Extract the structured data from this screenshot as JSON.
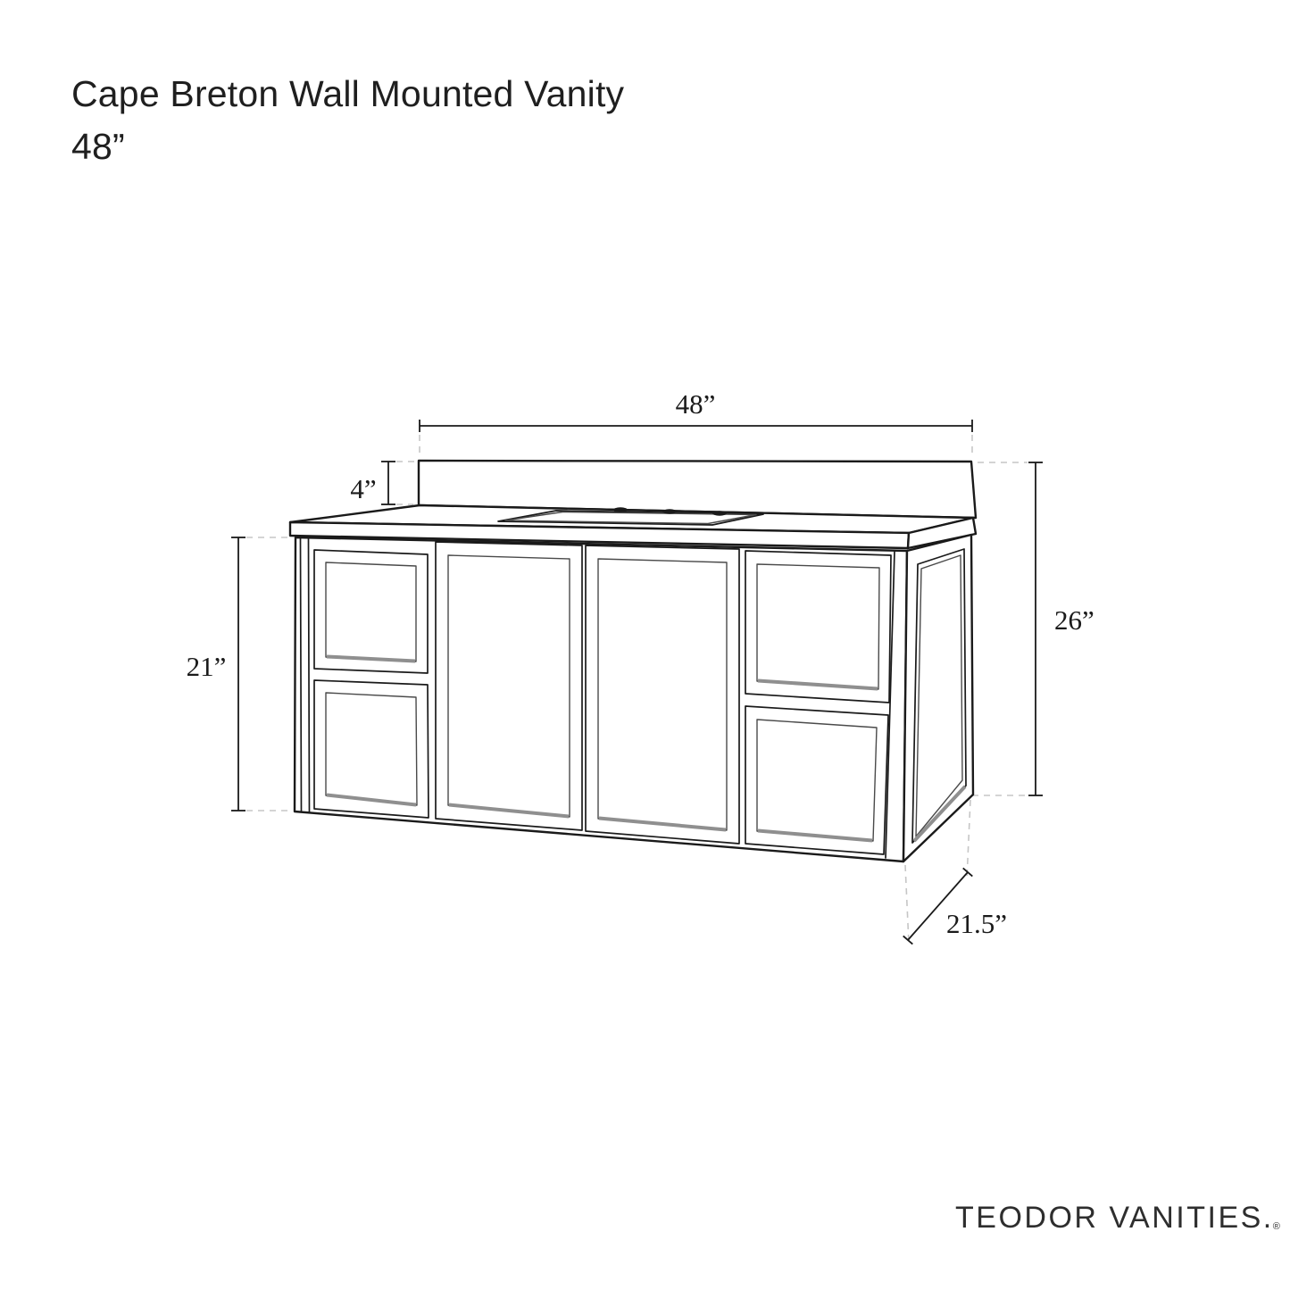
{
  "title": {
    "line1": "Cape Breton Wall Mounted Vanity",
    "line2": "48”"
  },
  "dimensions": {
    "width": "48”",
    "backsplash_height": "4”",
    "cabinet_height": "21”",
    "overall_height": "26”",
    "depth": "21.5”"
  },
  "logo": {
    "brand": "TEODOR VANITIES.",
    "registered_mark": "®"
  },
  "colors": {
    "line": "#1a1a1a",
    "dashed_guide": "#c6c6c6",
    "panel_shadow": "#8f8f8f",
    "background": "#ffffff"
  }
}
